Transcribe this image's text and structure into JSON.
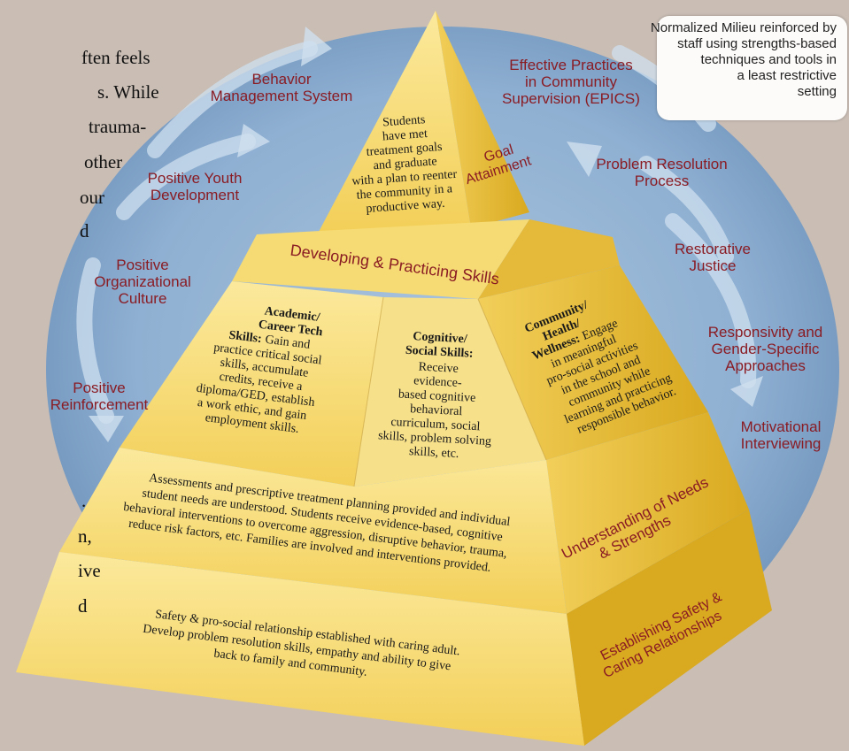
{
  "colors": {
    "background": "#c9bdb4",
    "ring": "#8fb0d2",
    "pyramid_face": "#f7de7a",
    "pyramid_side": "#e8be3a",
    "label_red": "#8a1c24"
  },
  "left_text_fragments": [
    "ften feels",
    "s. While",
    "trauma-",
    "other",
    "our",
    "d",
    ".",
    "n,",
    "ive",
    "d"
  ],
  "callout": {
    "lines": [
      "Normalized Milieu reinforced by",
      "staff using strengths-based",
      "techniques and tools in",
      "a least restrictive",
      "setting"
    ]
  },
  "ring_labels": {
    "behavior_management": [
      "Behavior",
      "Management System"
    ],
    "positive_youth": [
      "Positive Youth",
      "Development"
    ],
    "positive_org": [
      "Positive",
      "Organizational",
      "Culture"
    ],
    "positive_reinforcement": [
      "Positive",
      "Reinforcement"
    ],
    "epics": [
      "Effective Practices",
      "in Community",
      "Supervision (EPICS)"
    ],
    "problem_resolution": [
      "Problem Resolution",
      "Process"
    ],
    "restorative": [
      "Restorative",
      "Justice"
    ],
    "responsivity": [
      "Responsivity and",
      "Gender-Specific",
      "Approaches"
    ],
    "motivational": [
      "Motivational",
      "Interviewing"
    ]
  },
  "pyramid": {
    "apex": {
      "text": [
        "Students",
        "have met",
        "treatment goals",
        "and graduate",
        "with a plan to reenter",
        "the community in a",
        "productive way."
      ],
      "side_label": [
        "Goal",
        "Attainment"
      ]
    },
    "skills_band": "Developing & Practicing Skills",
    "academic": {
      "heading": [
        "Academic/",
        "Career Tech"
      ],
      "bold": "Skills:",
      "text": [
        "Gain and",
        "practice critical social",
        "skills, accumulate",
        "credits, receive a",
        "diploma/GED, establish",
        "a work ethic, and gain",
        "employment skills."
      ]
    },
    "cognitive": {
      "heading": [
        "Cognitive/",
        "Social Skills:"
      ],
      "text": [
        "Receive",
        "evidence-",
        "based cognitive",
        "behavioral",
        "curriculum, social",
        "skills, problem solving",
        "skills, etc."
      ]
    },
    "community": {
      "heading": [
        "Community/",
        "Health/"
      ],
      "bold": "Wellness:",
      "text": [
        "Engage",
        "in meaningful",
        "pro-social activities",
        "in the school and",
        "community while",
        "learning and practicing",
        "responsible behavior."
      ]
    },
    "needs": {
      "text": [
        "Assessments and prescriptive treatment planning provided and individual",
        "student needs are understood. Students receive evidence-based, cognitive",
        "behavioral interventions to overcome aggression, disruptive behavior, trauma,",
        "reduce risk factors, etc.  Families are involved and interventions provided."
      ],
      "side_label": [
        "Understanding of Needs",
        "& Strengths"
      ]
    },
    "safety": {
      "text": [
        "Safety & pro-social relationship established with caring adult.",
        "Develop problem resolution skills, empathy and ability to give",
        "back to family and community."
      ],
      "side_label": [
        "Establishing Safety &",
        "Caring Relationships"
      ]
    }
  }
}
